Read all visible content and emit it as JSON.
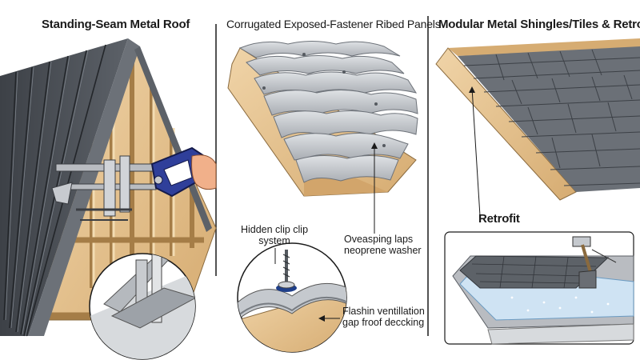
{
  "panels": [
    {
      "title": "Standing-Seam Metal Roof"
    },
    {
      "title": "Corrugated Exposed-Fastener Ribed Panels",
      "callouts": {
        "hidden_clip": [
          "Hidden clip clip",
          "system"
        ],
        "overlap": [
          "Oveasping laps",
          "neoprene washer"
        ],
        "flashing": [
          "Flashin ventillation",
          "gap froof deccking"
        ]
      }
    },
    {
      "title": "Modular Metal Shingles/Tiles & Retrofit",
      "retrofit_label": "Retrofit"
    }
  ],
  "colors": {
    "metal_dark": "#4a4e54",
    "metal_light": "#c9ccd0",
    "wood": "#e7c796",
    "wood_dark": "#c99f66",
    "clamp_blue": "#2f3f9a",
    "membrane_blue": "#cfe3f3",
    "ink": "#1a1a1a"
  },
  "icons": [
    "clamp-tool-icon",
    "hammer-icon",
    "screw-icon",
    "hand-icon"
  ]
}
